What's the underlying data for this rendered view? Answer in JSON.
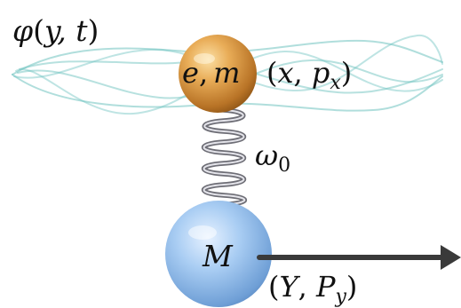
{
  "field": {
    "symbol": "φ",
    "open_paren": "(",
    "args": "y, t",
    "close_paren": ")",
    "color": "#6fc3c0"
  },
  "particle": {
    "label_e": "e",
    "comma": ",",
    "label_m": "m",
    "coord_open": "(",
    "coord_x": "x",
    "coord_sep": ", ",
    "coord_p": "p",
    "coord_sub": "x",
    "coord_close": ")",
    "color": "#d99a45"
  },
  "spring": {
    "label": "ω",
    "label_sub": "0",
    "color": "#a8a8ae"
  },
  "mass": {
    "label": "M",
    "coord_open": "(",
    "coord_Y": "Y",
    "coord_sep": ", ",
    "coord_P": "P",
    "coord_sub": "y",
    "coord_close": ")",
    "color": "#8fb9e8"
  },
  "arrow": {
    "color": "#3a3a3a"
  }
}
